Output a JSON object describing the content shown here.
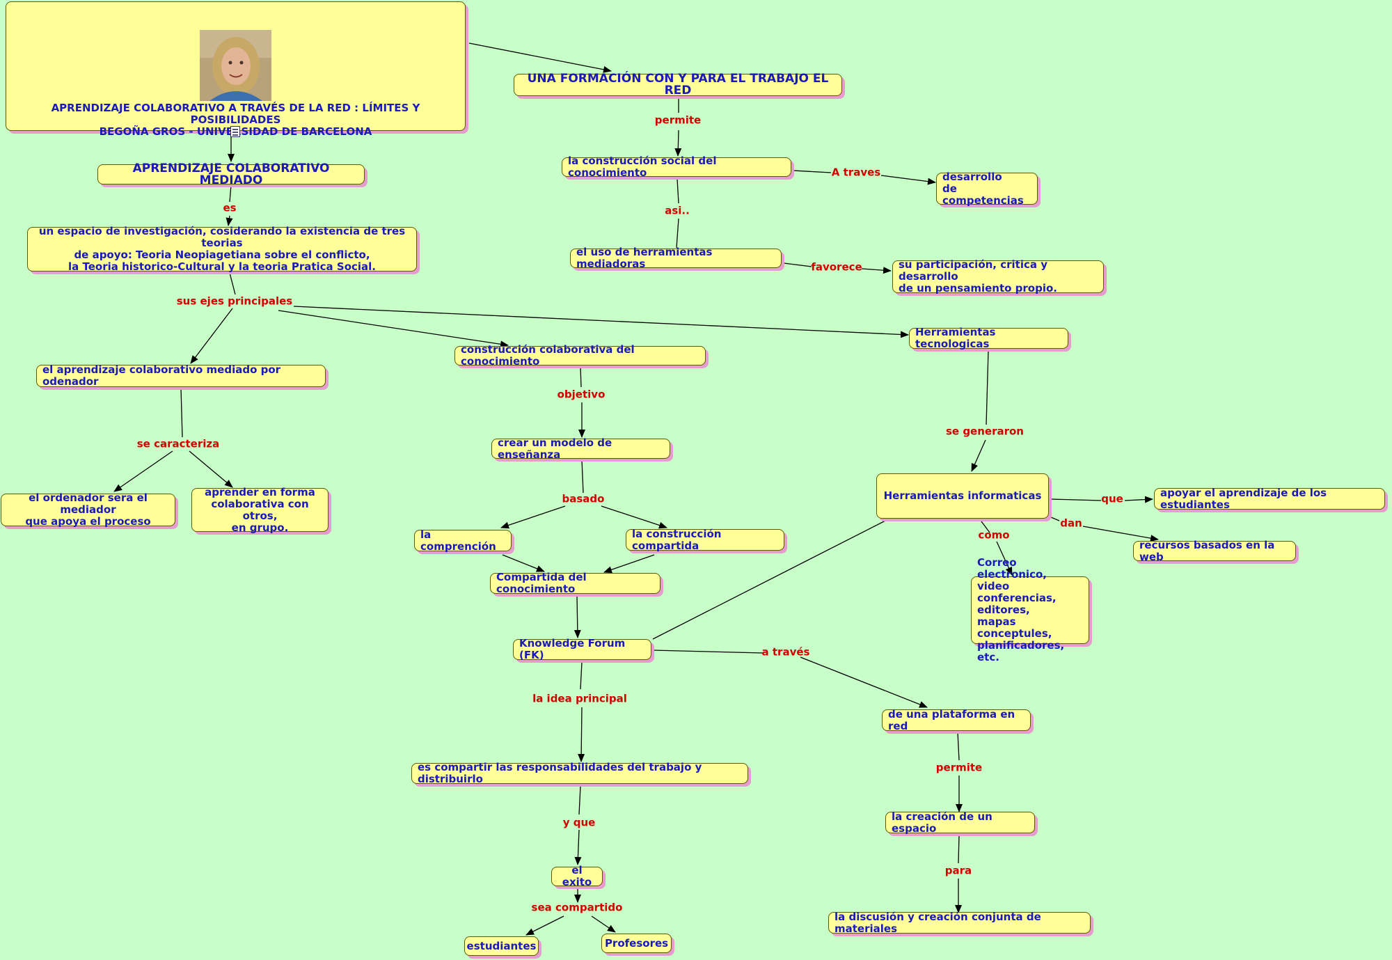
{
  "colors": {
    "background": "#c8ffc8",
    "node_fill": "#ffff99",
    "node_text": "#1a1ab8",
    "label_text": "#d20000",
    "shadow": "#e79ccf"
  },
  "root": {
    "photo": "portrait-photo",
    "line1": "APRENDIZAJE COLABORATIVO A TRAVÉS DE LA RED : LÍMITES Y POSIBILIDADES",
    "line2": "BEGOÑA GROS - UNIVERSIDAD DE BARCELONA",
    "resource_icon": "document-icon"
  },
  "nodes": {
    "acm": "APRENDIZAJE COLABORATIVO MEDIADO",
    "espacio": "un espacio de investigación, cosiderando la existencia de tres teorias\nde apoyo: Teoria Neopiagetiana sobre el conflicto,\nla Teoria historico-Cultural y la teoria Pratica Social.",
    "acmo": "el aprendizaje colaborativo mediado por odenador",
    "ordenador": "el ordenador sera el mediador\nque apoya el proceso",
    "aprender": "aprender en forma\ncolaborativa con otros,\nen grupo.",
    "formacion": "UNA FORMACIÓN CON Y PARA EL TRABAJO EL RED",
    "construccion_social": "la construcción social del conocimiento",
    "desarrollo": "desarrollo\nde competencias",
    "uso": "el uso de herramientas mediadoras",
    "participacion": "su participación, critica y desarrollo\nde un pensamiento propio.",
    "construccion_colab": "construcción colaborativa del conocimiento",
    "modelo": "crear un modelo de enseñanza",
    "comprension": "la comprención",
    "construccion_comp": "la construcción compartida",
    "compartida": "Compartida del conocimiento",
    "kf": "Knowledge Forum (FK)",
    "compartir": "es compartir las responsabilidades del trabajo y distribuirlo",
    "exito": "el exito",
    "estudiantes": "estudiantes",
    "profesores": "Profesores",
    "htec": "Herramientas tecnologicas",
    "hinf": "Herramientas informaticas",
    "apoyar": "apoyar el aprendizaje de los estudiantes",
    "recursos": "recursos basados en la web",
    "correo": "Correo electronico,\nvideo conferencias,\neditores,\nmapas conceptules,\nplanificadores, etc.",
    "plataforma": "de una plataforma en red",
    "creacion": "la creación de un espacio",
    "discusion": "la discusión y creación conjunta de materiales"
  },
  "labels": {
    "es": "es",
    "ejes": "sus ejes principales",
    "caracteriza": "se caracteriza",
    "permite1": "permite",
    "a_traves_cap": "A traves",
    "asi": "asi..",
    "favorece": "favorece",
    "objetivo": "objetivo",
    "basado": "basado",
    "idea": "la idea principal",
    "y_que": "y que",
    "sea_compartido": "sea compartido",
    "a_traves": "a través",
    "permite2": "permite",
    "para": "para",
    "generaron": "se generaron",
    "que": "que",
    "dan": "dan",
    "como": "como"
  }
}
